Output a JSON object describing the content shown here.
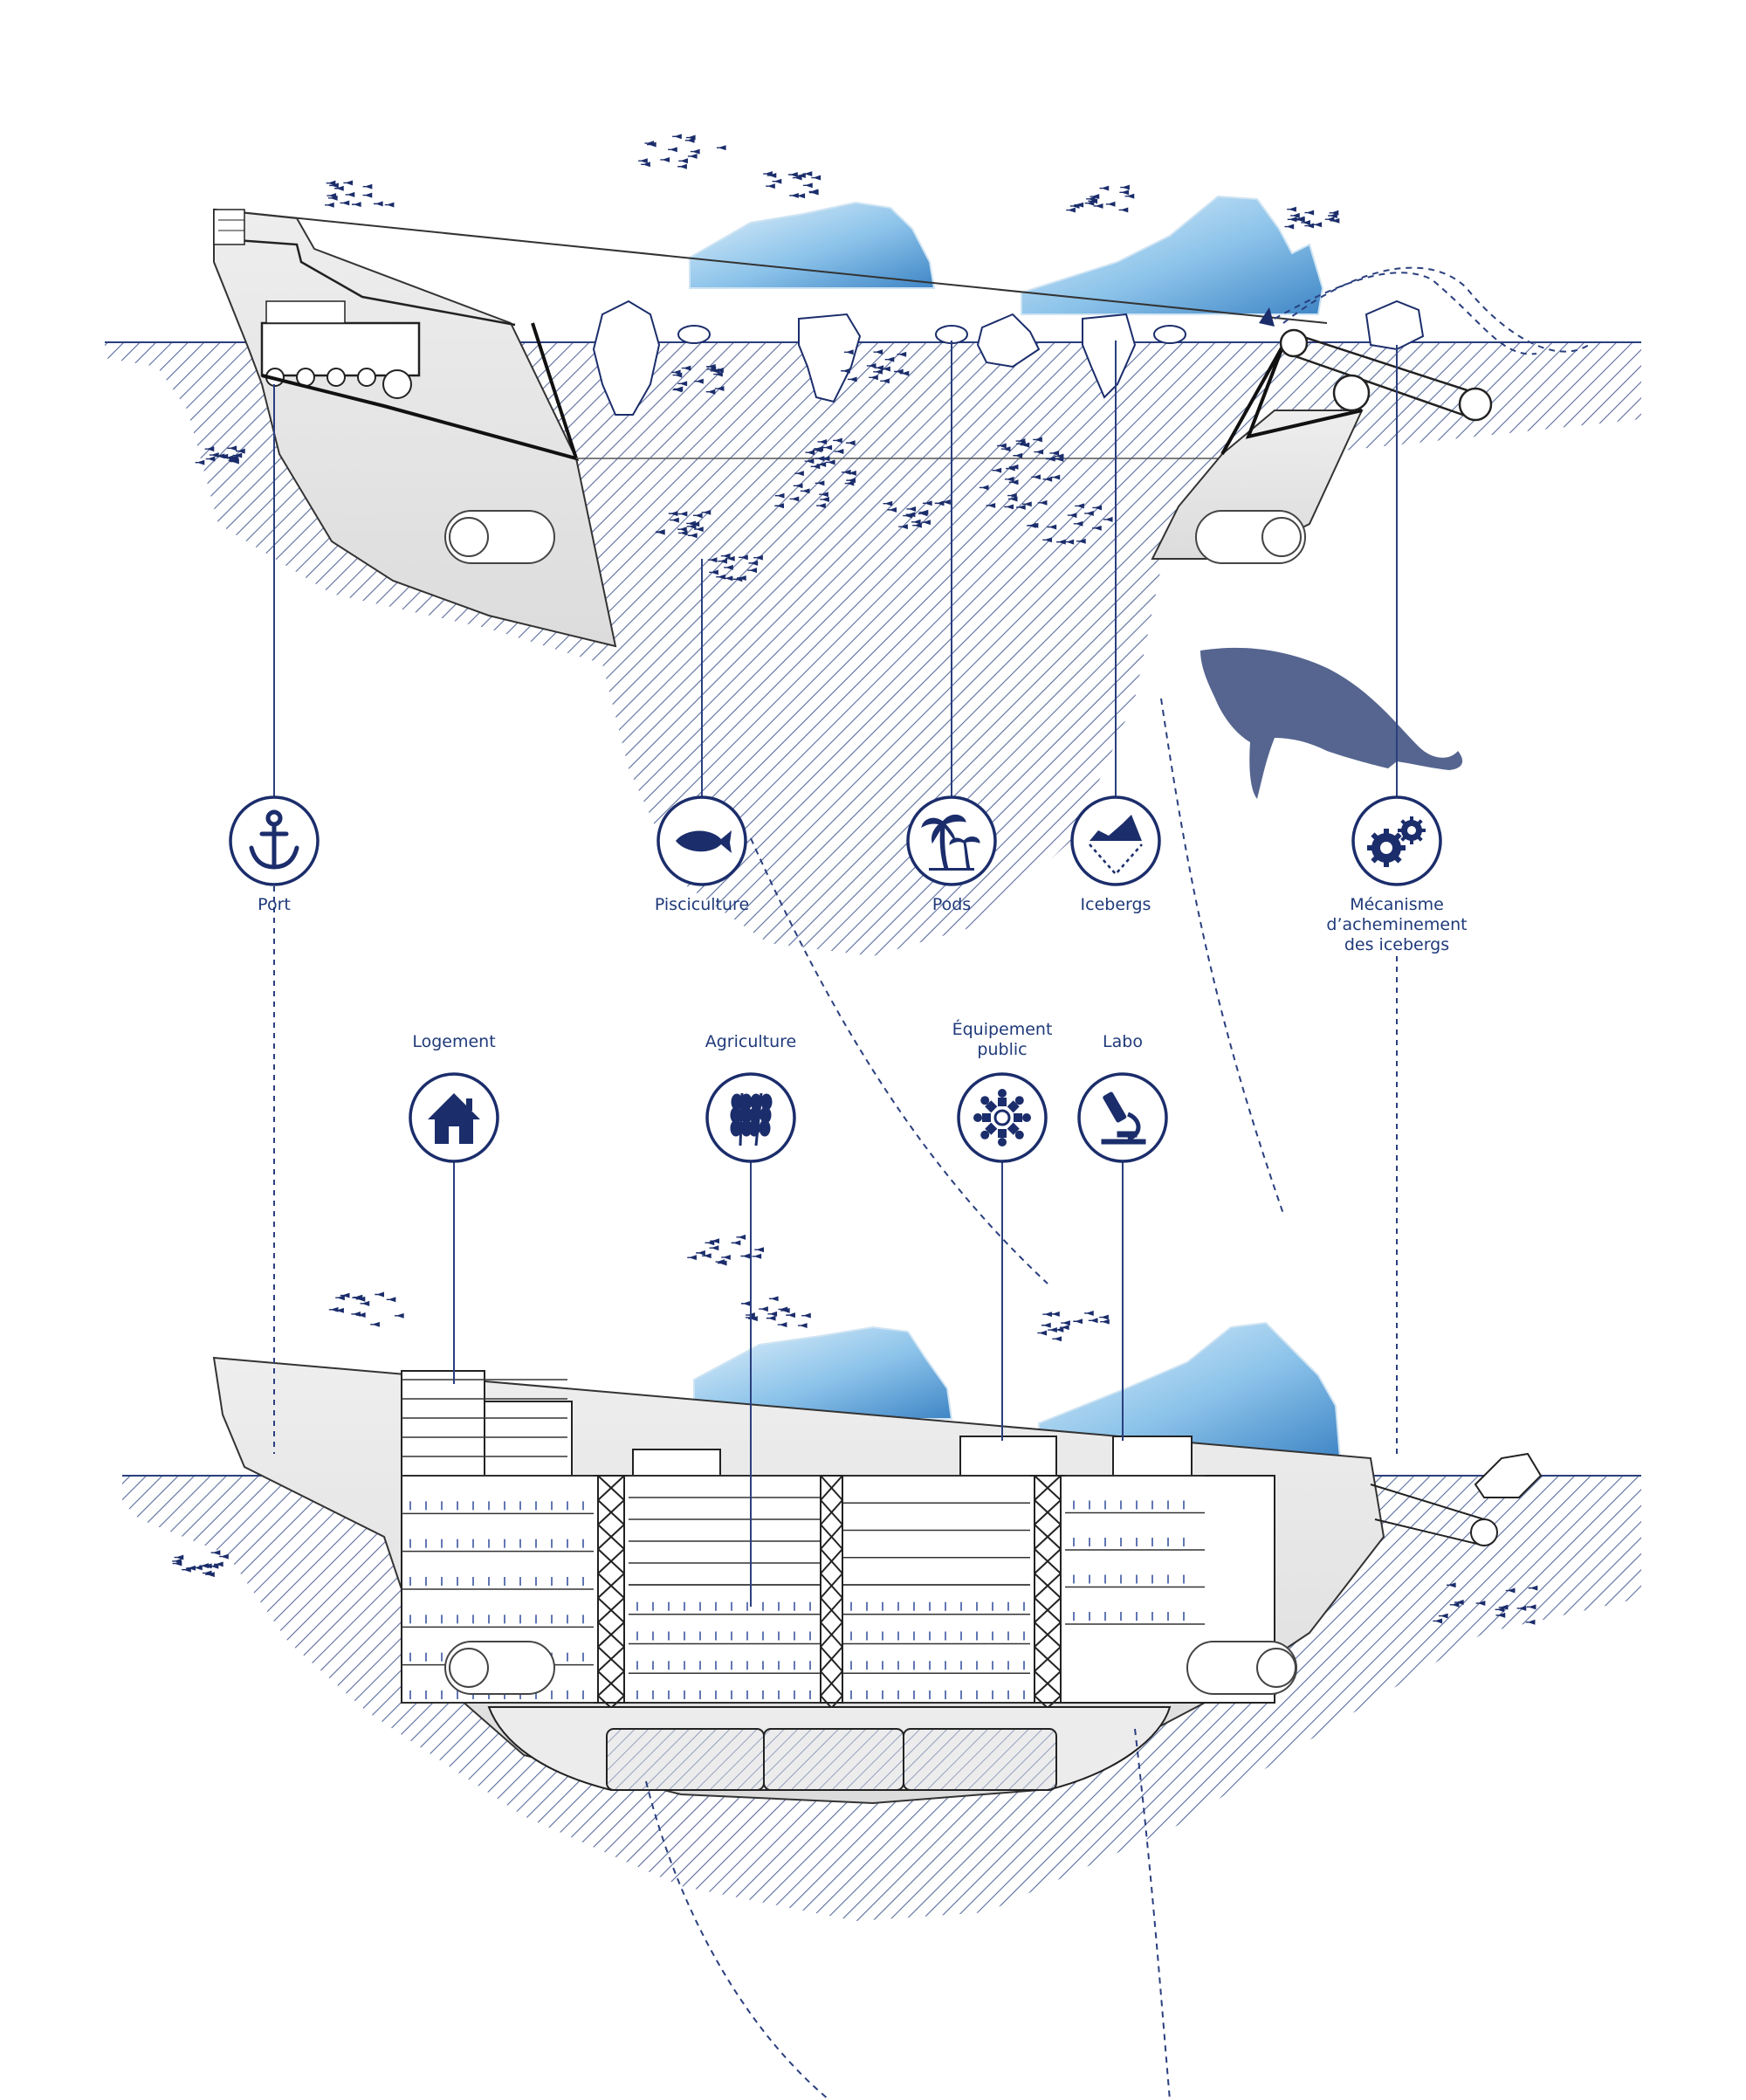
{
  "diagram": {
    "colors": {
      "navy": "#1b2d6b",
      "line": "#2a3f7e",
      "hatch": "#5a6c9e",
      "hull_fill": "#e6e6e6",
      "ice_light": "#d6ecf8",
      "ice_dark": "#5b9fd6",
      "whale": "#55658f"
    },
    "upper_section": {
      "labels": {
        "port": "Port",
        "pisciculture": "Pisciculture",
        "pods": "Pods",
        "icebergs": "Icebergs",
        "mecanisme": "Mécanisme\nd’acheminement\ndes icebergs"
      },
      "icons": {
        "port": "anchor-icon",
        "pisciculture": "fish-icon",
        "pods": "palm-trees-icon",
        "icebergs": "iceberg-icon",
        "mecanisme": "gears-icon"
      }
    },
    "lower_section": {
      "labels": {
        "logement": "Logement",
        "agriculture": "Agriculture",
        "equipement": "Équipement\npublic",
        "labo": "Labo"
      },
      "icons": {
        "logement": "house-icon",
        "agriculture": "wheat-icon",
        "equipement": "community-icon",
        "labo": "microscope-icon"
      }
    }
  }
}
